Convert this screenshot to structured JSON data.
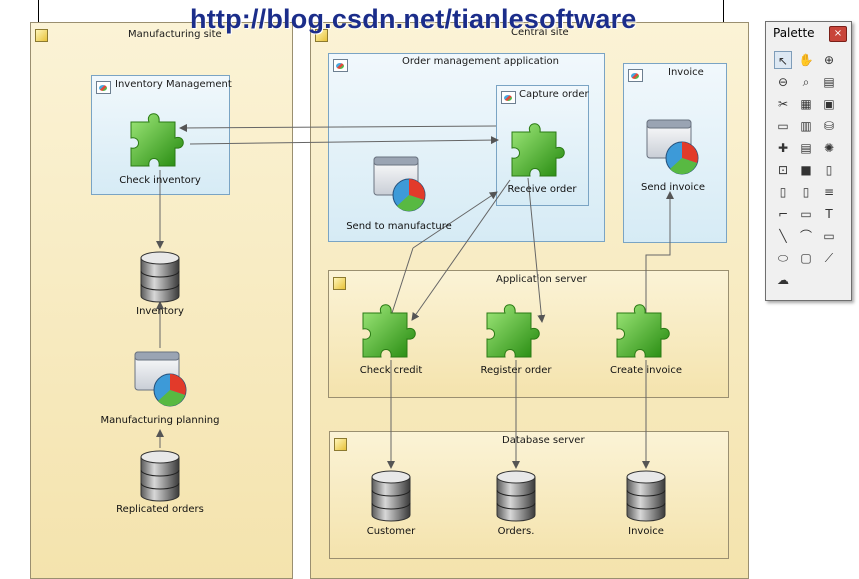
{
  "watermark": "http://blog.csdn.net/tianlesoftware",
  "palette": {
    "title": "Palette",
    "close_label": "×",
    "tools": [
      {
        "name": "pointer",
        "glyph": "↖"
      },
      {
        "name": "hand",
        "glyph": "✋"
      },
      {
        "name": "zoom-in",
        "glyph": "⊕"
      },
      {
        "name": "zoom-out",
        "glyph": "⊖"
      },
      {
        "name": "zoom-fit",
        "glyph": "⌕"
      },
      {
        "name": "properties",
        "glyph": "▤"
      },
      {
        "name": "cut",
        "glyph": "✂"
      },
      {
        "name": "site",
        "glyph": "▦"
      },
      {
        "name": "node",
        "glyph": "▣"
      },
      {
        "name": "window",
        "glyph": "▭"
      },
      {
        "name": "server",
        "glyph": "▥"
      },
      {
        "name": "database",
        "glyph": "⛁"
      },
      {
        "name": "component",
        "glyph": "✚"
      },
      {
        "name": "form",
        "glyph": "▤"
      },
      {
        "name": "service",
        "glyph": "✺"
      },
      {
        "name": "link",
        "glyph": "⊡"
      },
      {
        "name": "note",
        "glyph": "■"
      },
      {
        "name": "document",
        "glyph": "▯"
      },
      {
        "name": "report",
        "glyph": "▯"
      },
      {
        "name": "file",
        "glyph": "▯"
      },
      {
        "name": "text-doc",
        "glyph": "≡"
      },
      {
        "name": "connector",
        "glyph": "⌐"
      },
      {
        "name": "rounded-link",
        "glyph": "▭"
      },
      {
        "name": "text",
        "glyph": "T"
      },
      {
        "name": "line",
        "glyph": "╲"
      },
      {
        "name": "arc",
        "glyph": "⌒"
      },
      {
        "name": "rectangle",
        "glyph": "▭"
      },
      {
        "name": "ellipse",
        "glyph": "⬭"
      },
      {
        "name": "rounded-rect",
        "glyph": "▢"
      },
      {
        "name": "polyline",
        "glyph": "⟋"
      },
      {
        "name": "freeform",
        "glyph": "☁"
      }
    ]
  },
  "sites": {
    "manufacturing": {
      "title": "Manufacturing site"
    },
    "central": {
      "title": "Central site"
    }
  },
  "apps": {
    "inventory_management": {
      "title": "Inventory Management"
    },
    "order_management": {
      "title": "Order management application"
    },
    "capture_order": {
      "title": "Capture order"
    },
    "invoice": {
      "title": "Invoice"
    }
  },
  "servers": {
    "application": {
      "title": "Application server"
    },
    "database": {
      "title": "Database server"
    }
  },
  "nodes": {
    "check_inventory": "Check inventory",
    "inventory_db": "Inventory",
    "manufacturing_planning": "Manufacturing planning",
    "replicated_orders": "Replicated orders",
    "receive_order": "Receive order",
    "send_to_manufacture": "Send to manufacture",
    "send_invoice": "Send invoice",
    "check_credit": "Check credit",
    "register_order": "Register order",
    "create_invoice": "Create invoice",
    "customer_db": "Customer",
    "orders_db": "Orders.",
    "invoice_db": "Invoice"
  },
  "colors": {
    "site_fill": "#f4e3ad",
    "app_fill": "#d6ebf5",
    "puzzle": "#3cb31e",
    "watermark": "#1b2d8a"
  }
}
